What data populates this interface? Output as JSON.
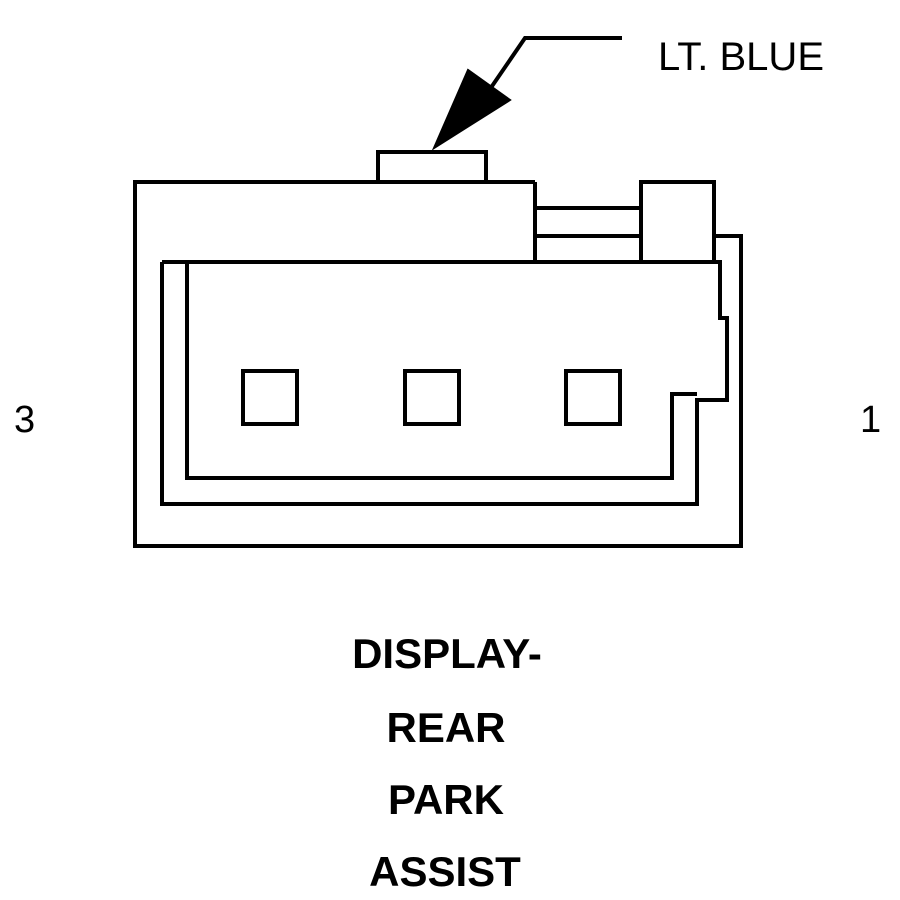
{
  "callout": {
    "wire_color_label": "LT. BLUE"
  },
  "pins": {
    "left_label": "3",
    "right_label": "1"
  },
  "connector_name": {
    "line1": "DISPLAY-",
    "line2": "REAR",
    "line3": "PARK",
    "line4": "ASSIST"
  }
}
